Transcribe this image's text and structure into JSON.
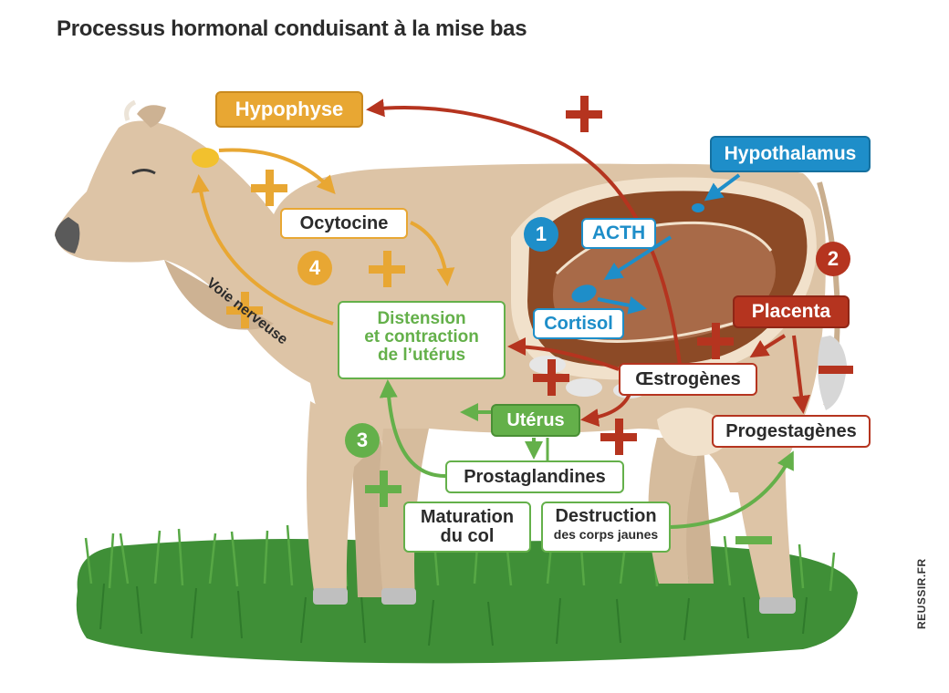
{
  "title": "Processus hormonal conduisant à la mise bas",
  "credit": "REUSSIR.FR",
  "colors": {
    "orange": "#e8a733",
    "red": "#b5341f",
    "blue": "#1e8ec9",
    "green": "#64b04a",
    "cow": "#ddc4a6",
    "grass": "#3f8f37"
  },
  "labels": {
    "hypophyse": "Hypophyse",
    "hypothalamus": "Hypothalamus",
    "ocytocine": "Ocytocine",
    "acth": "ACTH",
    "cortisol": "Cortisol",
    "placenta": "Placenta",
    "oestrogenes": "Œstrogènes",
    "progestagenes": "Progestagènes",
    "uterus": "Utérus",
    "distension_l1": "Distension",
    "distension_l2": "et contraction",
    "distension_l3": "de l’utérus",
    "prostaglandines": "Prostaglandines",
    "maturation_l1": "Maturation",
    "maturation_l2": "du col",
    "destruction_l1": "Destruction",
    "destruction_l2": "des corps jaunes",
    "voie_nerveuse": "Voie nerveuse"
  },
  "steps": [
    "1",
    "2",
    "3",
    "4"
  ],
  "signs": {
    "plus": "+",
    "minus": "−"
  }
}
